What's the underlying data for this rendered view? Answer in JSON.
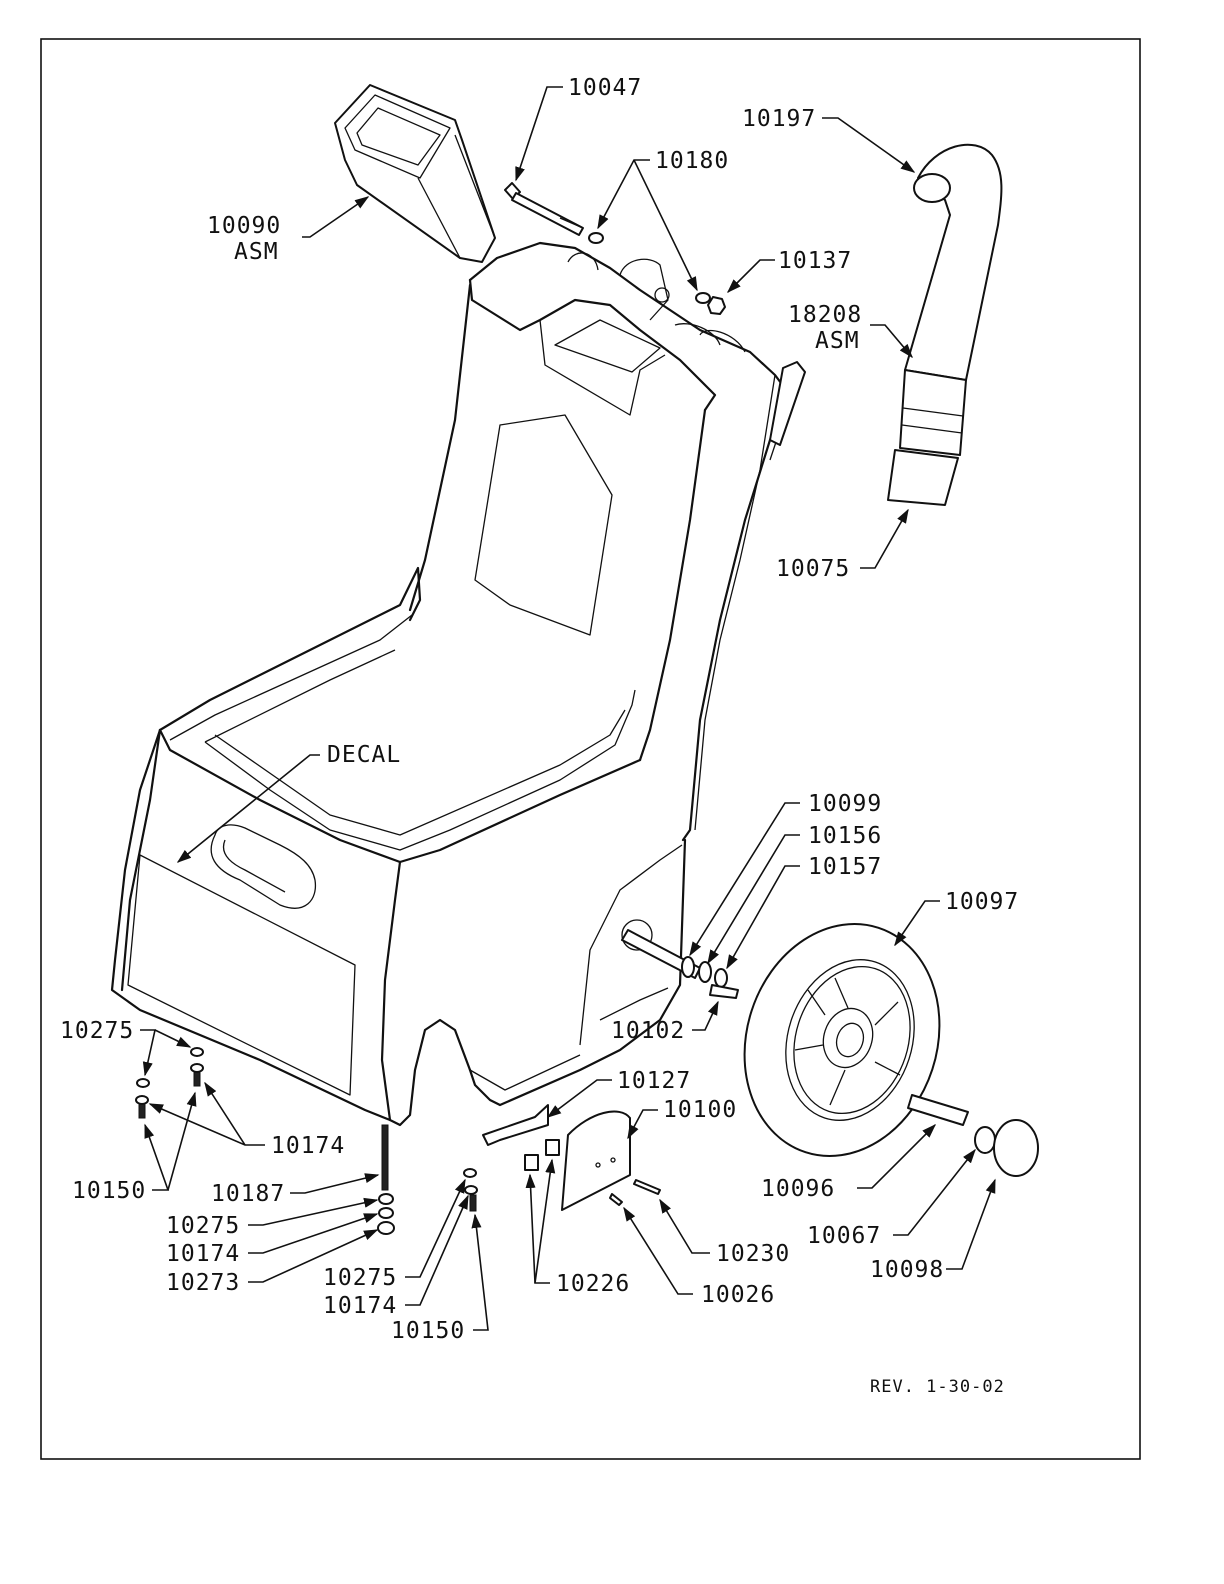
{
  "labels": {
    "p10047": "10047",
    "p10180": "10180",
    "p10197": "10197",
    "p10090": "10090",
    "p10090b": "ASM",
    "p10137": "10137",
    "p18208": "18208",
    "p18208b": "ASM",
    "p10075": "10075",
    "decal": "DECAL",
    "p10099": "10099",
    "p10156": "10156",
    "p10157": "10157",
    "p10097": "10097",
    "p10102": "10102",
    "p10275a": "10275",
    "p10127": "10127",
    "p10100": "10100",
    "p10174a": "10174",
    "p10150a": "10150",
    "p10187": "10187",
    "p10096": "10096",
    "p10275b": "10275",
    "p10174b": "10174",
    "p10273": "10273",
    "p10067": "10067",
    "p10230": "10230",
    "p10098": "10098",
    "p10226": "10226",
    "p10026": "10026",
    "p10275c": "10275",
    "p10174c": "10174",
    "p10150c": "10150"
  },
  "revision": "REV. 1-30-02"
}
